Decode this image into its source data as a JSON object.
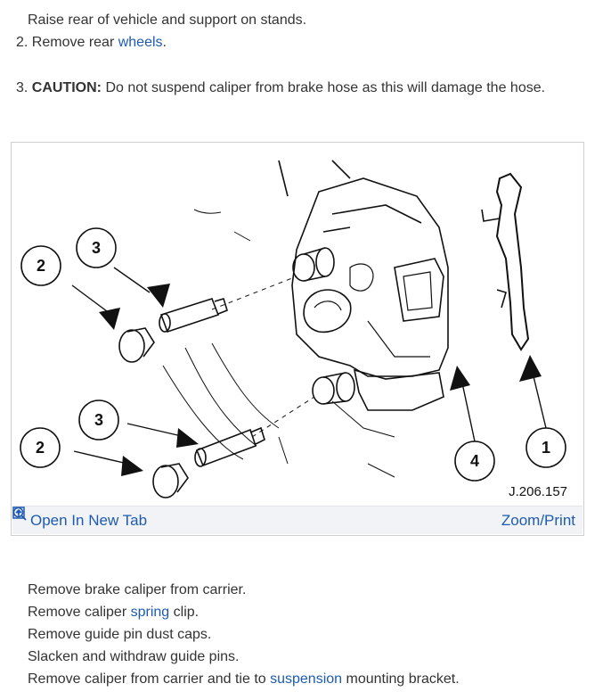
{
  "steps_top": {
    "line1": "Raise rear of vehicle and support on stands.",
    "line2_prefix": "2. Remove rear ",
    "line2_link": "wheels",
    "line2_suffix": ".",
    "line3_prefix": "3. ",
    "line3_bold": "CAUTION:",
    "line3_text": " Do not suspend caliper from brake hose as this will damage the hose."
  },
  "figure": {
    "callouts": [
      "3",
      "2",
      "3",
      "2",
      "4",
      "1"
    ],
    "caption": "J.206.157",
    "open_tab_label": "Open In New Tab",
    "zoom_label": "Zoom/Print",
    "link_color": "#1e5bb0"
  },
  "steps_bottom": {
    "l1": "Remove brake caliper from carrier.",
    "l2_prefix": "Remove caliper ",
    "l2_link": "spring",
    "l2_suffix": " clip.",
    "l3": "Remove guide pin dust caps.",
    "l4": "Slacken and withdraw guide pins.",
    "l5_prefix": "Remove caliper from carrier and tie to ",
    "l5_link": "suspension",
    "l5_suffix": " mounting bracket."
  }
}
